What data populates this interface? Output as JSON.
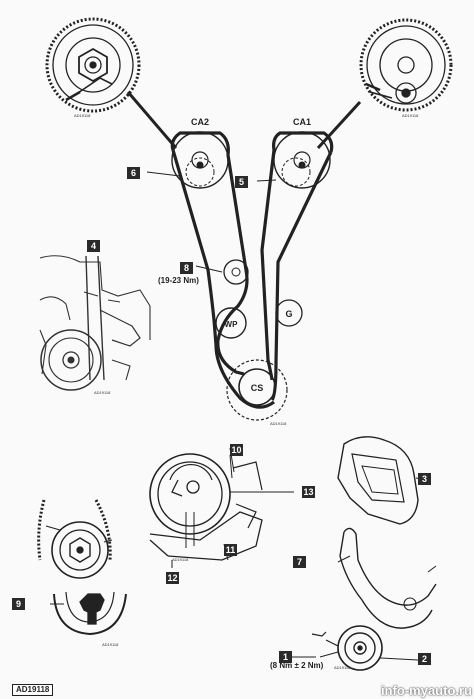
{
  "diagram": {
    "labels": {
      "ca1": "CA1",
      "ca2": "CA2",
      "wp": "WP",
      "g": "G",
      "cs": "CS"
    },
    "torques": {
      "t8": "(19-23 Nm)",
      "t1": "(8 Nm ± 2 Nm)"
    },
    "callouts": [
      "1",
      "2",
      "3",
      "4",
      "5",
      "6",
      "7",
      "8",
      "9",
      "10",
      "11",
      "12",
      "13"
    ],
    "ids": {
      "id_left_sprocket": "AD19118",
      "id_right_sprocket": "AD19118",
      "id_main": "AD19118",
      "id_engine": "AD19118",
      "id_tensioner": "AD19118",
      "id_crank": "AD19118",
      "id_arrow": "AD19118",
      "id_pulley": "AD19118"
    },
    "footer_id": "AD19118",
    "watermark": "info-myauto.ru"
  }
}
